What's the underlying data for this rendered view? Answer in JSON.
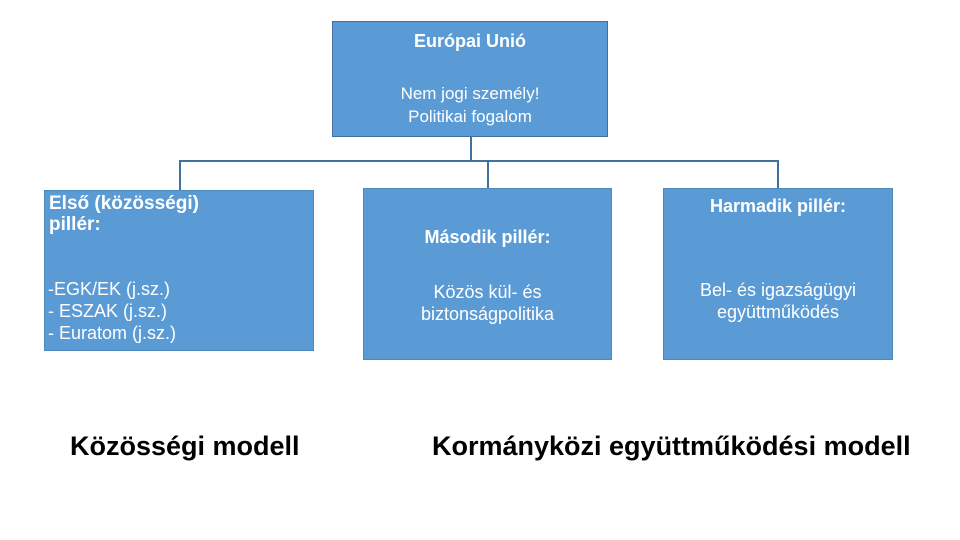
{
  "slide": {
    "background_color": "#ffffff",
    "box_fill_color": "#5b9bd5",
    "box_border_color": "#41719c",
    "connector_color": "#41719c",
    "box_text_color": "#ffffff",
    "footer_text_color": "#000000"
  },
  "top_box": {
    "title": "Európai Unió",
    "subtitle_line1": "Nem jogi személy!",
    "subtitle_line2": "Politikai fogalom"
  },
  "pillars": {
    "first": {
      "title_line1": "Első (közösségi)",
      "title_line2": "pillér:",
      "items": [
        "-EGK/EK (j.sz.)",
        "- ESZAK (j.sz.)",
        "- Euratom (j.sz.)"
      ]
    },
    "second": {
      "title": "Második pillér:",
      "body_line1": "Közös kül- és",
      "body_line2": "biztonságpolitika"
    },
    "third": {
      "title": "Harmadik pillér:",
      "body_line1": "Bel- és igazságügyi",
      "body_line2": "együttműködés"
    }
  },
  "footer": {
    "left_label": "Közösségi modell",
    "right_label": "Kormányközi együttműködési modell"
  }
}
